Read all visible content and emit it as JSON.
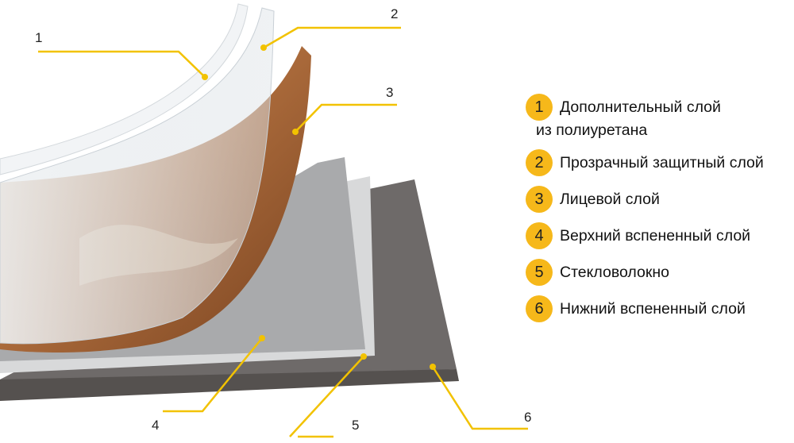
{
  "callouts": [
    "1",
    "2",
    "3",
    "4",
    "5",
    "6"
  ],
  "legend": [
    {
      "num": "1",
      "label": "Дополнительный слой",
      "label2": "из полиуретана"
    },
    {
      "num": "2",
      "label": "Прозрачный защитный слой"
    },
    {
      "num": "3",
      "label": "Лицевой слой"
    },
    {
      "num": "4",
      "label": "Верхний вспененный слой"
    },
    {
      "num": "5",
      "label": "Стекловолокно"
    },
    {
      "num": "6",
      "label": "Нижний вспененный слой"
    }
  ],
  "colors": {
    "accent": "#f6b81a",
    "line": "#f2c200"
  }
}
